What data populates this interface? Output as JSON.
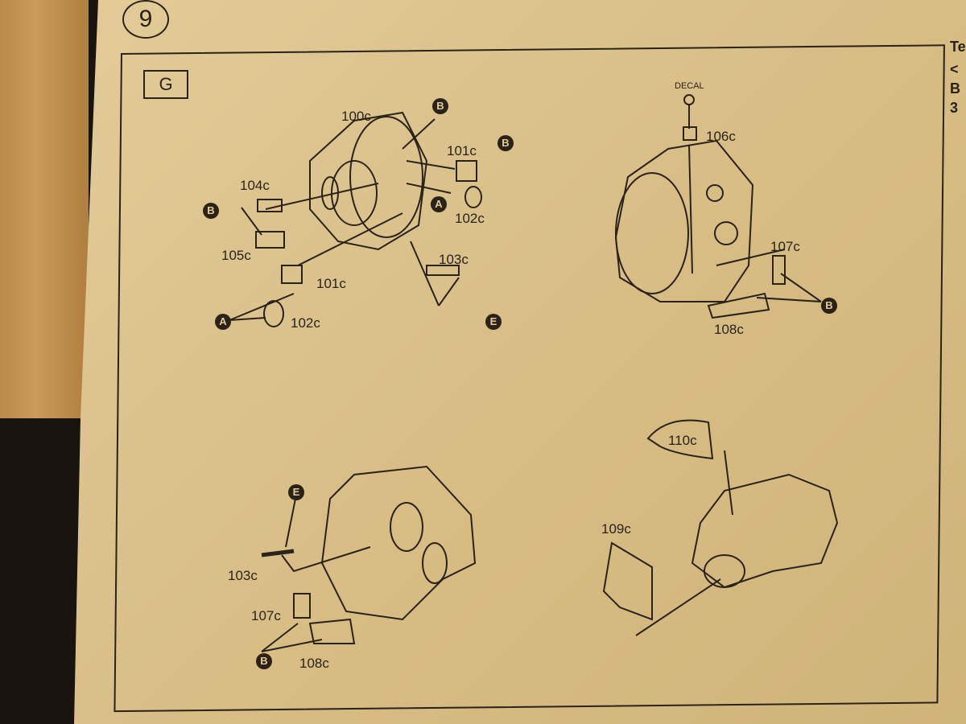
{
  "step_number": "9",
  "section": "G",
  "decal_label": "DECAL",
  "edge_text": [
    "Te",
    "<",
    "B",
    "3"
  ],
  "top_left": {
    "parts": [
      "100c",
      "101c",
      "104c",
      "105c",
      "102c",
      "101c",
      "102c",
      "103c"
    ],
    "markers": [
      "B",
      "B",
      "B",
      "A",
      "A",
      "E"
    ]
  },
  "top_right": {
    "parts": [
      "106c",
      "107c",
      "108c"
    ],
    "markers": [
      "B"
    ]
  },
  "bottom_left": {
    "parts": [
      "103c",
      "107c",
      "108c"
    ],
    "markers": [
      "E",
      "B"
    ]
  },
  "bottom_right": {
    "parts": [
      "110c",
      "109c"
    ]
  }
}
